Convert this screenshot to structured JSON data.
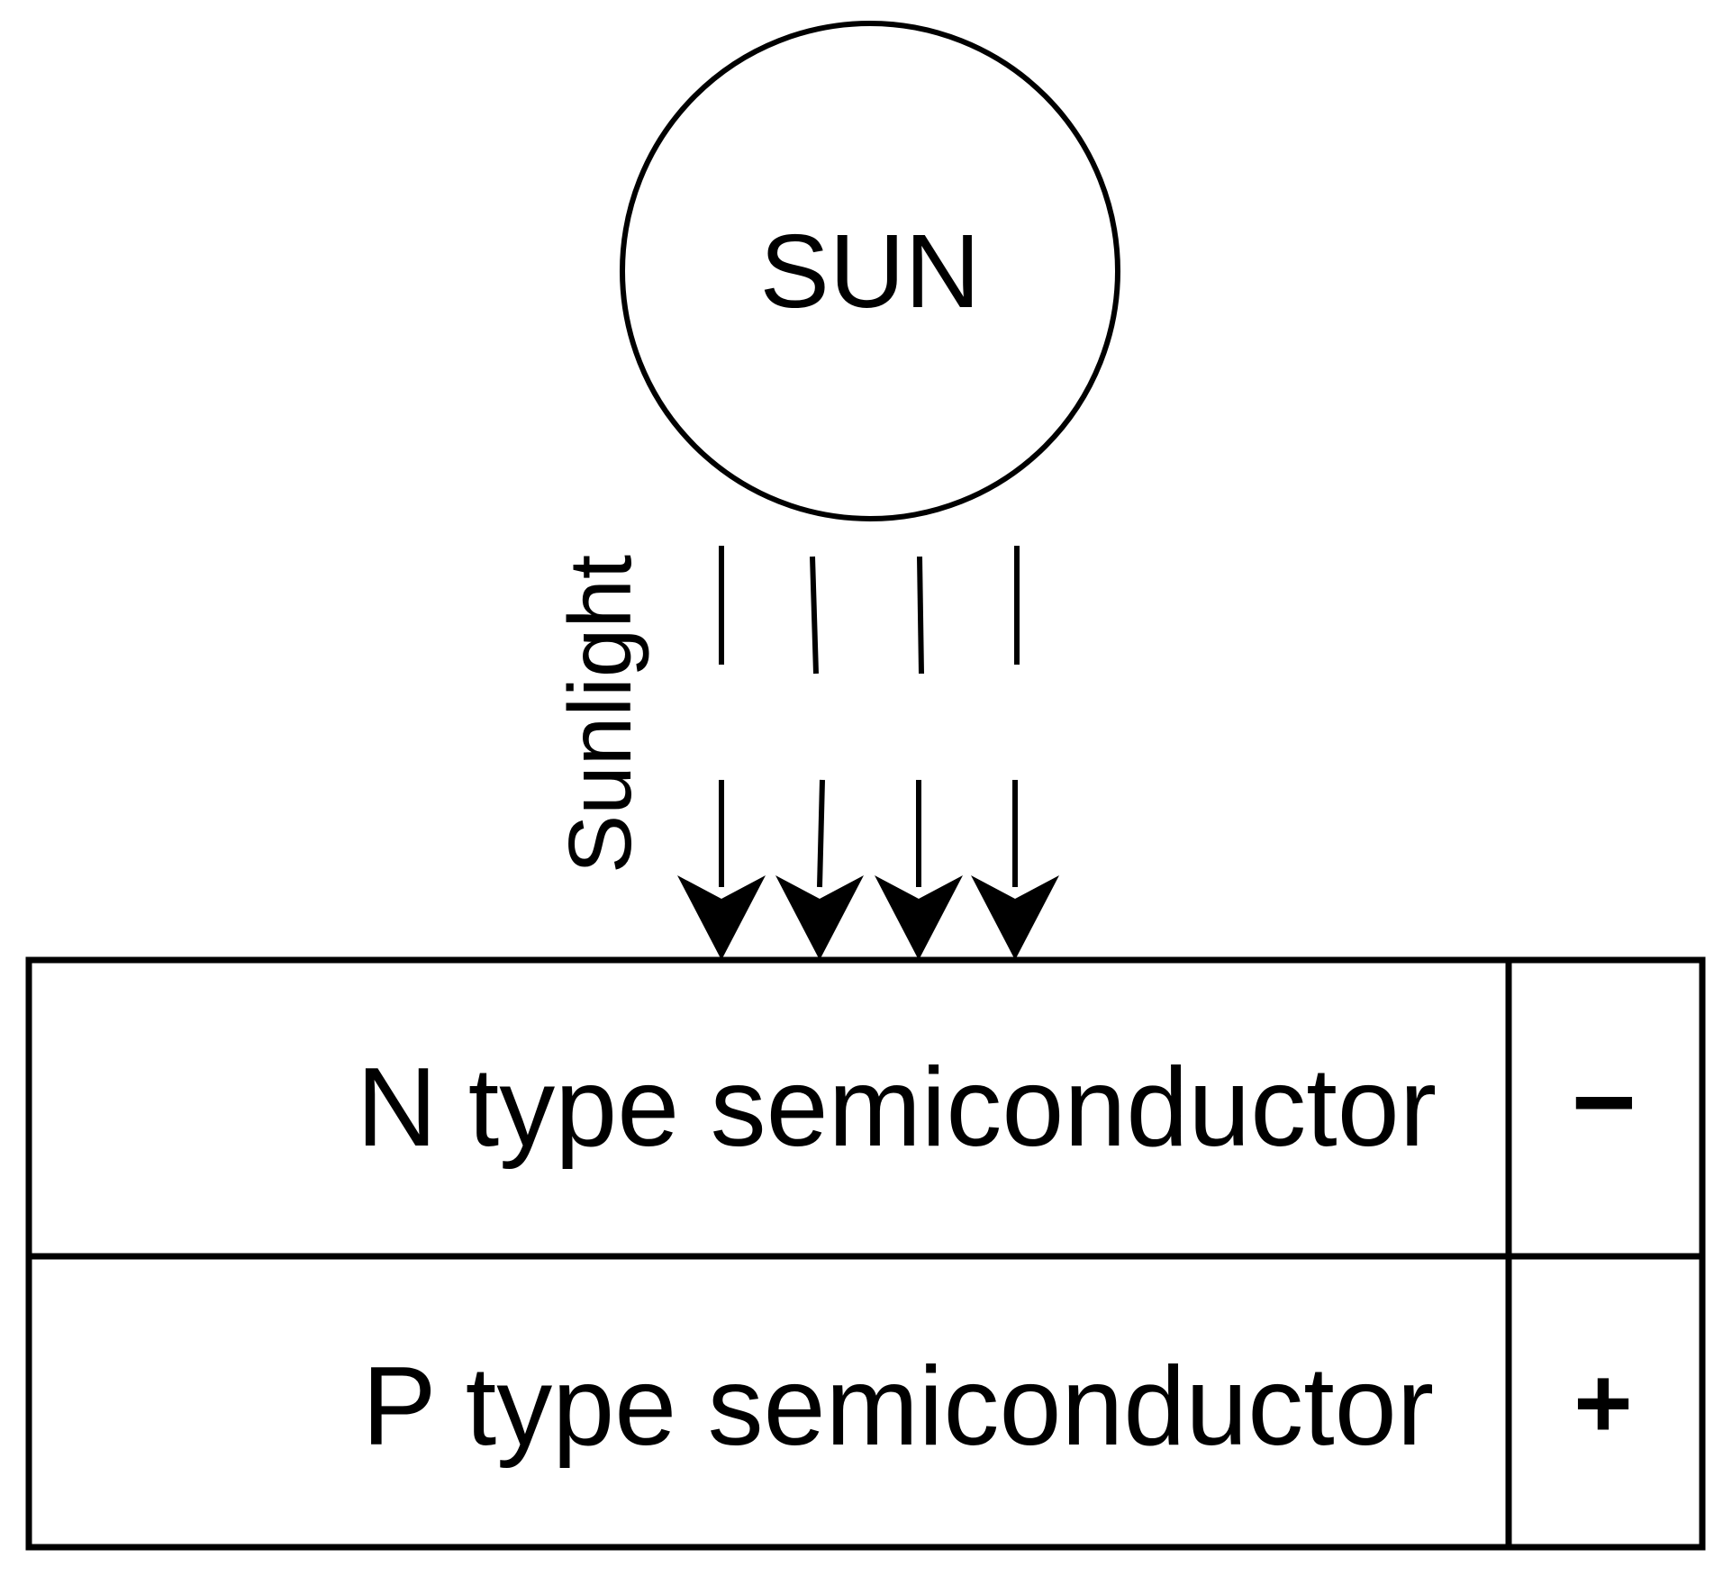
{
  "sun": {
    "label": "SUN"
  },
  "sunlight": {
    "label": "Sunlight"
  },
  "cell": {
    "n_layer": {
      "label": "N type semiconductor",
      "terminal": "−"
    },
    "p_layer": {
      "label": "P type semiconductor",
      "terminal": "+"
    }
  },
  "colors": {
    "stroke": "#000000",
    "background": "#ffffff"
  }
}
